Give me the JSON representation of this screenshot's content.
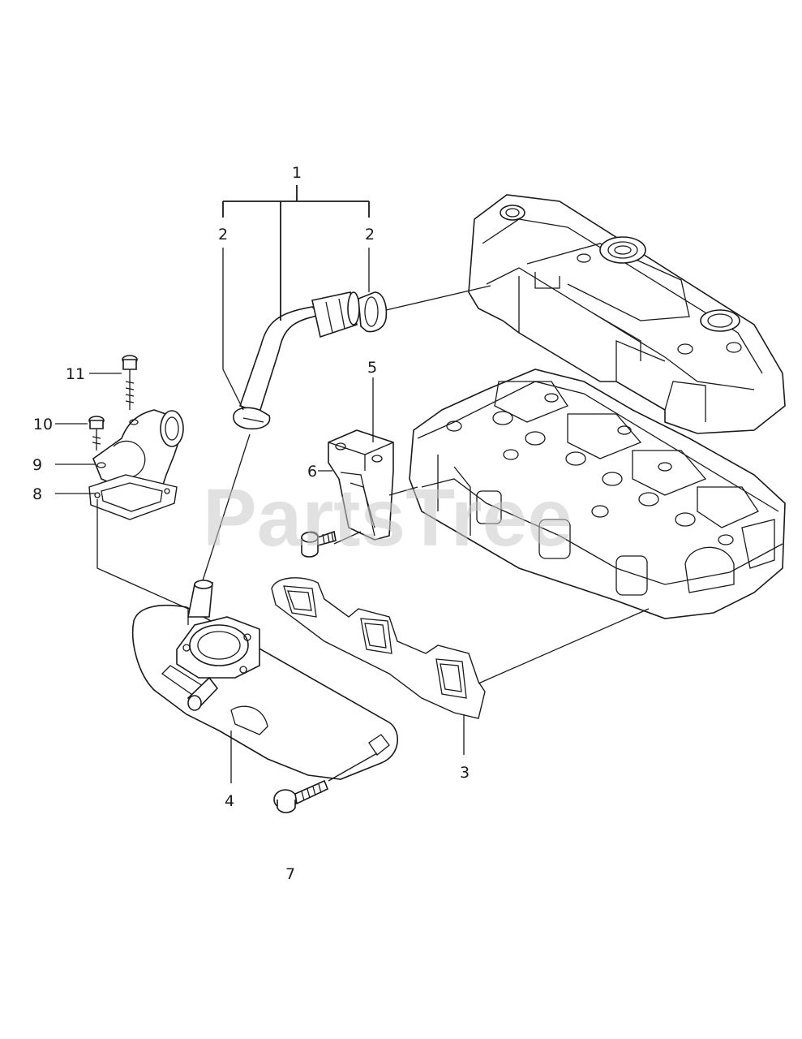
{
  "diagram": {
    "watermark": "PartsTree",
    "callouts": {
      "c1": "1",
      "c2a": "2",
      "c2b": "2",
      "c3": "3",
      "c4": "4",
      "c5": "5",
      "c6": "6",
      "c7": "7",
      "c8": "8",
      "c9": "9",
      "c10": "10",
      "c11": "11"
    }
  }
}
